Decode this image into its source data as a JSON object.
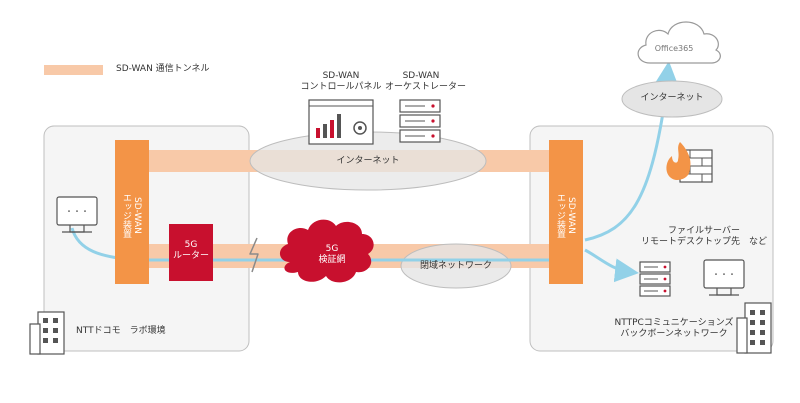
{
  "legend": {
    "label": "SD-WAN  通信トンネル",
    "color": "#f8c9a8"
  },
  "controller": {
    "panel_label": [
      "SD-WAN",
      "コントロールパネル"
    ],
    "orchestrator_label": [
      "SD-WAN",
      "オーケストレーター"
    ]
  },
  "networks": {
    "internet_mid": "インターネット",
    "internet_top": "インターネット",
    "closed_network": "閉域ネットワーク",
    "verification_net": [
      "5G",
      "検証網"
    ]
  },
  "office365": "Office365",
  "left_site": {
    "edge_device": [
      "SD-WAN",
      "エッジ装置"
    ],
    "router": [
      "5G",
      "ルーター"
    ],
    "name": "NTTドコモ　ラボ環境"
  },
  "right_site": {
    "edge_device": [
      "SD-WAN",
      "エッジ装置"
    ],
    "servers_label": [
      "ファイルサーバー",
      "リモートデスクトップ先　など"
    ],
    "name": [
      "NTTPCコミュニケーションズ",
      "バックボーンネットワーク"
    ]
  },
  "colors": {
    "edge_orange": "#f39447",
    "tunnel": "#f8c9a8",
    "router_red": "#c8102e",
    "flow_blue": "#92d1e8",
    "site_border": "#bfbfbf",
    "site_fill": "#f5f5f5",
    "ellipse_fill": "#e8e8e8"
  },
  "icons": [
    "pc-icon",
    "router-icon",
    "lightning-icon",
    "cloud-icon",
    "server-icon",
    "firewall-icon",
    "building-icon",
    "dashboard-icon",
    "monitor-icon"
  ]
}
